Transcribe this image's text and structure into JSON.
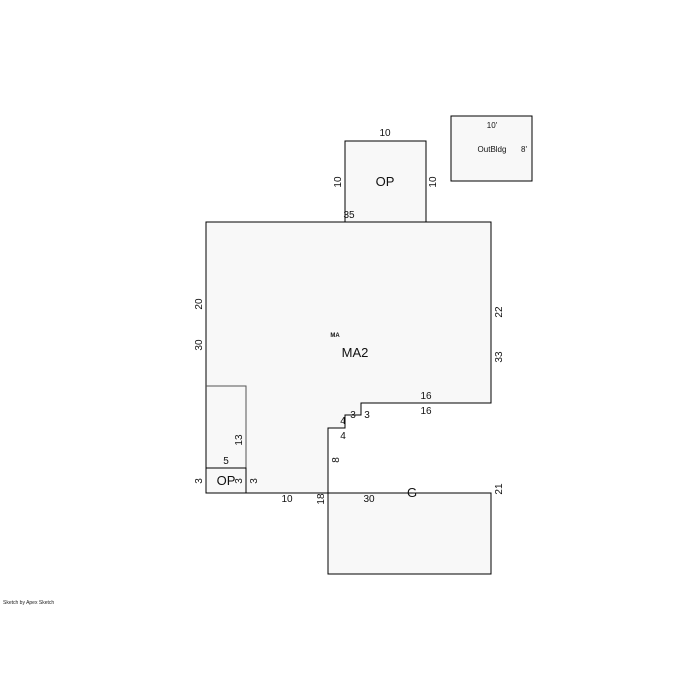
{
  "areas": {
    "main": "MA2",
    "main_sub": "MA",
    "top_porch": "OP",
    "small_porch": "OP",
    "garage": "G",
    "outbuilding": "OutBldg"
  },
  "dims": {
    "op_top": "10",
    "op_left": "10",
    "op_right": "10",
    "main_top": "35",
    "left_upper": "20",
    "left_lower": "30",
    "right_upper": "22",
    "right_lower": "33",
    "step_16a": "16",
    "step_16b": "16",
    "step_3a": "3",
    "step_3b": "3",
    "step_4a": "4",
    "step_4b": "4",
    "step_8": "8",
    "inner_13": "13",
    "op_small_top": "5",
    "op_small_right": "3",
    "left_3": "3",
    "right_3": "3",
    "bottom_10": "10",
    "garage_left": "18",
    "garage_30": "30",
    "garage_right": "21",
    "out_w": "10'",
    "out_h": "8'"
  },
  "footer": {
    "credit": "Sketch by Apex Sketch"
  }
}
